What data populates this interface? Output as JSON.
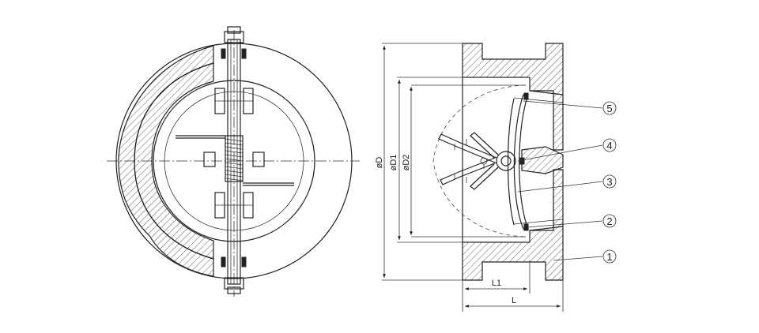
{
  "dimensions": {
    "d_outer": "øD",
    "d_1": "øD1",
    "d_2": "øD2",
    "l_1": "L1",
    "l": "L"
  },
  "callouts": [
    "5",
    "4",
    "3",
    "2",
    "1"
  ]
}
